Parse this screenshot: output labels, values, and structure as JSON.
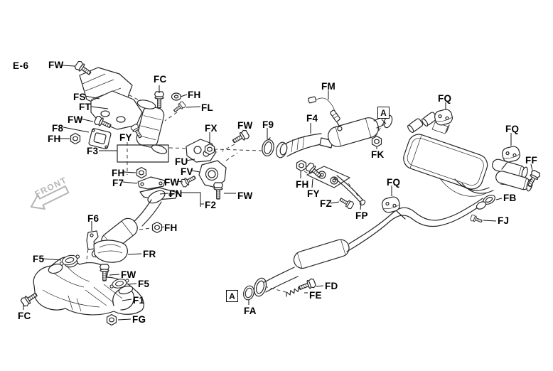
{
  "diagram": {
    "page_code": "E-6",
    "front_indicator": "FRONT",
    "section_marker": "A",
    "colors": {
      "line": "#262626",
      "label": "#000000",
      "front_arrow": "#b5b5b5",
      "background": "#ffffff"
    },
    "labels": [
      {
        "text": "FW"
      },
      {
        "text": "FC"
      },
      {
        "text": "FH"
      },
      {
        "text": "FL"
      },
      {
        "text": "FS"
      },
      {
        "text": "FT"
      },
      {
        "text": "FW"
      },
      {
        "text": "F8"
      },
      {
        "text": "FH"
      },
      {
        "text": "F3"
      },
      {
        "text": "FY"
      },
      {
        "text": "FX"
      },
      {
        "text": "FW"
      },
      {
        "text": "F9"
      },
      {
        "text": "FM"
      },
      {
        "text": "F4"
      },
      {
        "text": "FK"
      },
      {
        "text": "FQ"
      },
      {
        "text": "FQ"
      },
      {
        "text": "FF"
      },
      {
        "text": "FB"
      },
      {
        "text": "FJ"
      },
      {
        "text": "FU"
      },
      {
        "text": "FV"
      },
      {
        "text": "FH"
      },
      {
        "text": "F7"
      },
      {
        "text": "FW"
      },
      {
        "text": "FN"
      },
      {
        "text": "FW"
      },
      {
        "text": "F2"
      },
      {
        "text": "FH"
      },
      {
        "text": "FR"
      },
      {
        "text": "F6"
      },
      {
        "text": "F5"
      },
      {
        "text": "FW"
      },
      {
        "text": "F5"
      },
      {
        "text": "F1"
      },
      {
        "text": "FC"
      },
      {
        "text": "FG"
      },
      {
        "text": "FH"
      },
      {
        "text": "FY"
      },
      {
        "text": "FZ"
      },
      {
        "text": "FP"
      },
      {
        "text": "FQ"
      },
      {
        "text": "FD"
      },
      {
        "text": "FE"
      },
      {
        "text": "FA"
      }
    ]
  }
}
